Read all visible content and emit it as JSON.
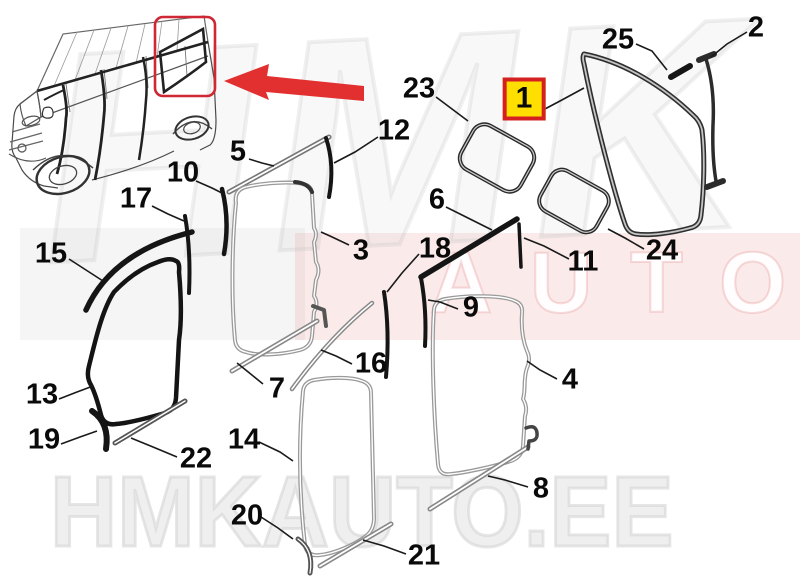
{
  "diagram": {
    "type": "vehicle-parts-exploded-diagram",
    "subject": "van side window and door seals",
    "highlighted_part_number": "1"
  },
  "highlight_box": {
    "label": "1",
    "fill": "#ffdf00",
    "border": "#d42020"
  },
  "colors": {
    "arrow": "#e22f2f",
    "van_highlight_box": "#cf2733",
    "label_text": "#0a0a0a",
    "seal_dark": "#1a1a1a",
    "seal_gray": "#9a9a9a"
  },
  "watermark": {
    "large_text": "HMK",
    "band_text": "AUTO",
    "bottom_text": "HMKAUTO.EE"
  },
  "parts": [
    {
      "number": "1"
    },
    {
      "number": "2"
    },
    {
      "number": "3"
    },
    {
      "number": "4"
    },
    {
      "number": "5"
    },
    {
      "number": "6"
    },
    {
      "number": "7"
    },
    {
      "number": "8"
    },
    {
      "number": "9"
    },
    {
      "number": "10"
    },
    {
      "number": "11"
    },
    {
      "number": "12"
    },
    {
      "number": "13"
    },
    {
      "number": "14"
    },
    {
      "number": "15"
    },
    {
      "number": "16"
    },
    {
      "number": "17"
    },
    {
      "number": "18"
    },
    {
      "number": "19"
    },
    {
      "number": "20"
    },
    {
      "number": "21"
    },
    {
      "number": "22"
    },
    {
      "number": "23"
    },
    {
      "number": "24"
    },
    {
      "number": "25"
    }
  ]
}
